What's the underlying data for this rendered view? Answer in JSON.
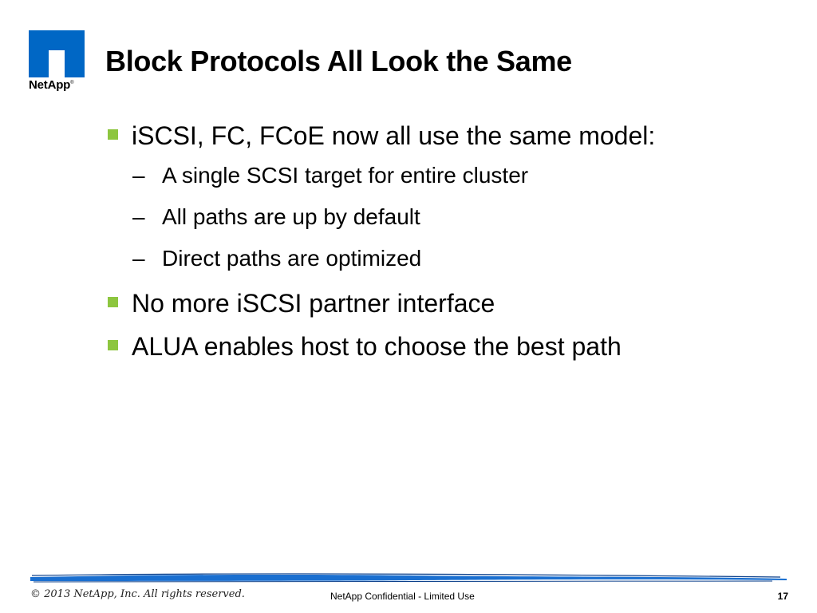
{
  "colors": {
    "brand_blue": "#0067c5",
    "bullet_green": "#8dc63f",
    "rule_blue": "#1a6fd0"
  },
  "logo": {
    "text": "NetApp",
    "mark": "®"
  },
  "title": "Block Protocols All Look the Same",
  "bullets": [
    {
      "text": "iSCSI, FC, FCoE now all use the same model:",
      "subs": [
        "A single SCSI target for entire cluster",
        "All paths are up by default",
        "Direct paths are optimized"
      ]
    },
    {
      "text": "No more iSCSI partner interface"
    },
    {
      "text": "ALUA enables host to choose the best path"
    }
  ],
  "sub_marker": "–",
  "footer": {
    "copyright": "© 2013 NetApp, Inc. All rights reserved.",
    "confidential": "NetApp Confidential - Limited Use",
    "page_number": "17"
  }
}
